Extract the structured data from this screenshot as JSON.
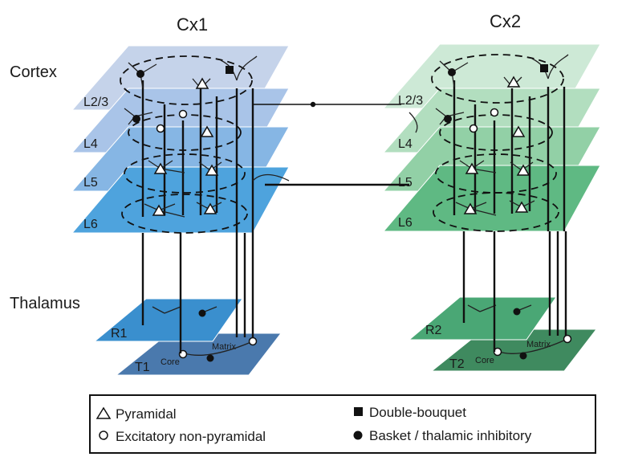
{
  "columns": [
    {
      "title": "Cx1",
      "thalamus_reticular": "R1",
      "thalamus_relay": "T1"
    },
    {
      "title": "Cx2",
      "thalamus_reticular": "R2",
      "thalamus_relay": "T2"
    }
  ],
  "sections": {
    "cortex": "Cortex",
    "thalamus": "Thalamus"
  },
  "layers": [
    "L2/3",
    "L4",
    "L5",
    "L6"
  ],
  "thalamus_labels": {
    "core": "Core",
    "matrix": "Matrix"
  },
  "legend": {
    "pyramidal": "Pyramidal",
    "excitatory": "Excitatory non-pyramidal",
    "double_bouquet": "Double-bouquet",
    "basket": "Basket / thalamic inhibitory"
  },
  "colors": {
    "cx1_layers": [
      "#c5d3ea",
      "#a9c4e8",
      "#86b6e4",
      "#4ea3dd"
    ],
    "cx2_layers": [
      "#cde9d6",
      "#b2debf",
      "#92d0a6",
      "#5fb983"
    ],
    "r1": "#3a8fce",
    "t1": "#4a79ad",
    "r2": "#4aa775",
    "t2": "#3f8a5f"
  }
}
